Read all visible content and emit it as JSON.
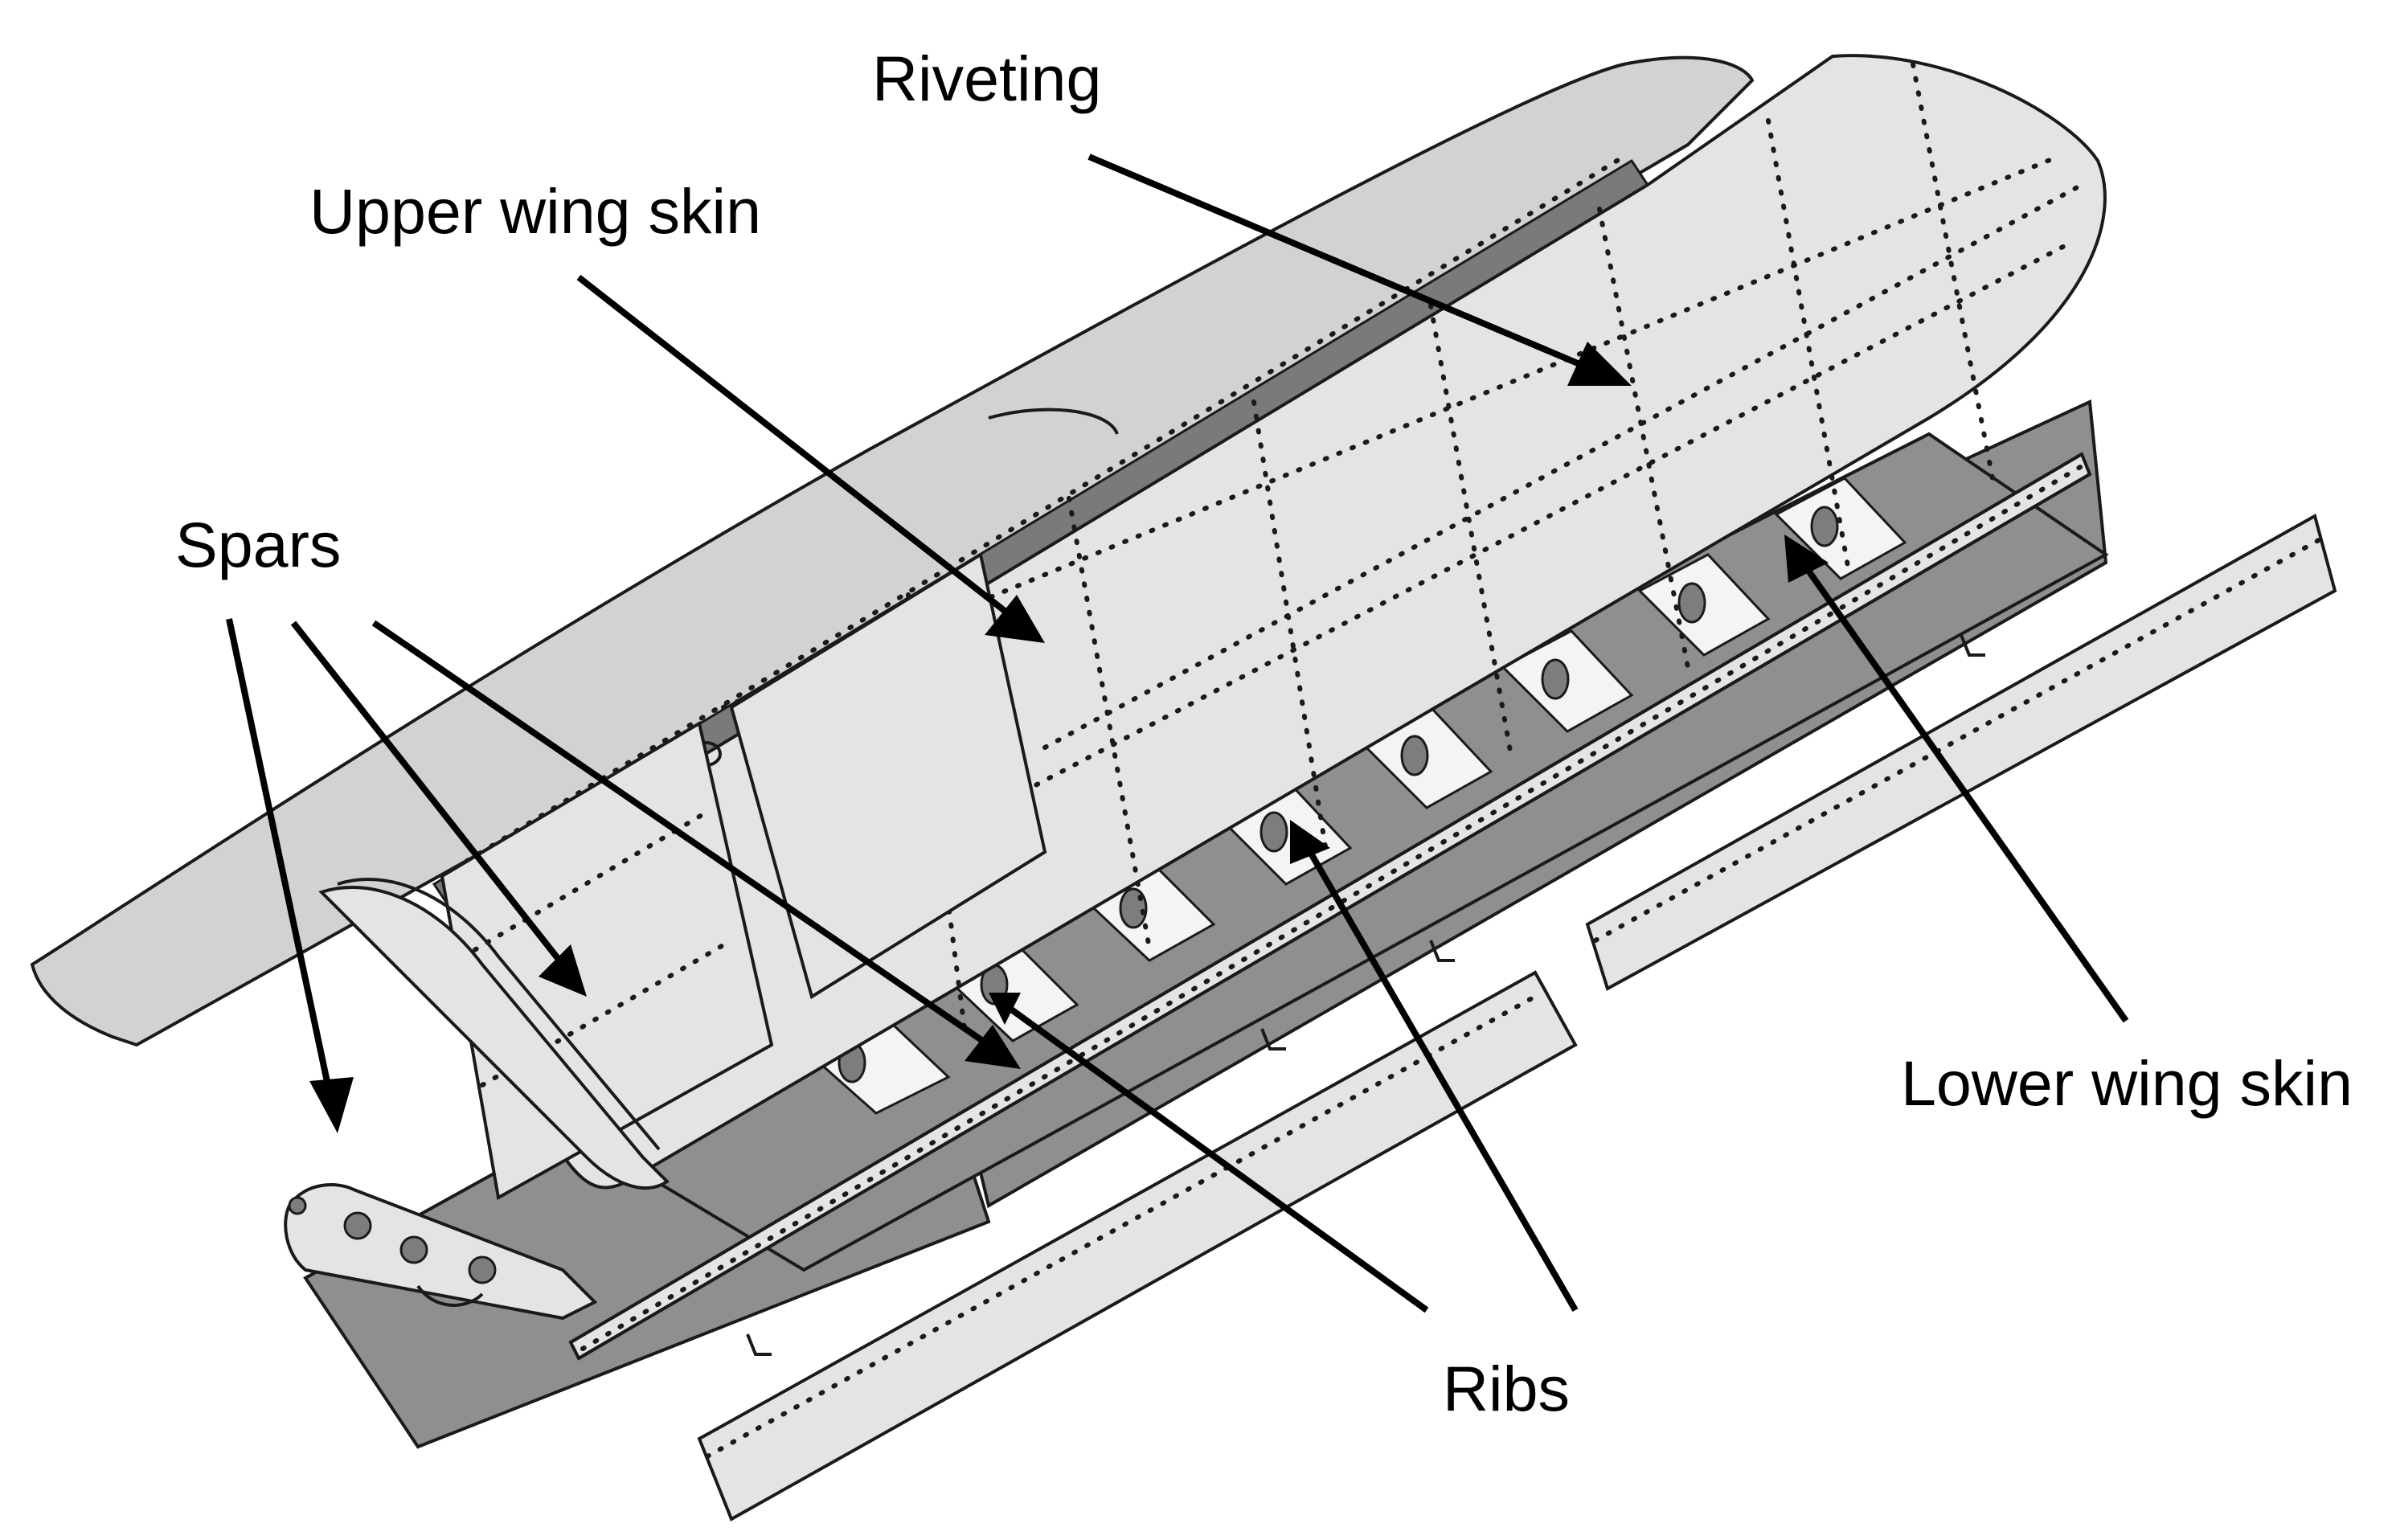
{
  "labels": {
    "riveting": "Riveting",
    "upper_wing_skin": "Upper wing skin",
    "spars": "Spars",
    "lower_wing_skin": "Lower wing skin",
    "ribs": "Ribs"
  },
  "colors": {
    "skin_light": "#e4e4e4",
    "skin_dark": "#8f8f8f",
    "outline": "#1a1a1a",
    "label_text": "#000000",
    "background": "#ffffff"
  }
}
